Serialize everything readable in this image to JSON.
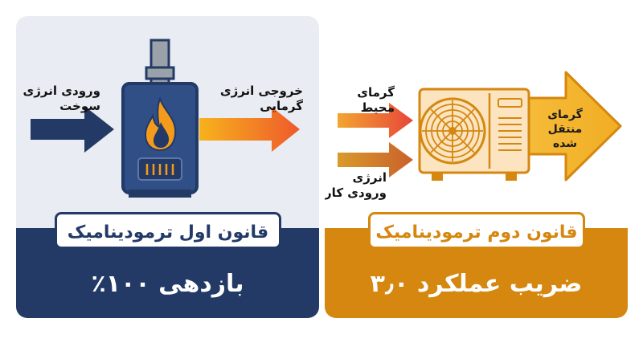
{
  "left_panel": {
    "input_label": "ورودی انرژی\nسوخت",
    "output_label": "خروجی انرژی\nگرمایی",
    "law_title": "قانون اول ترمودینامیک",
    "metric": "بازدهی ۱۰۰٪"
  },
  "right_panel": {
    "ambient_label": "گرمای محیط",
    "work_label": "انرژی\nورودی کار",
    "output_label": "گرمای\nمنتقل شده",
    "law_title": "قانون دوم ترمودینامیک",
    "metric": "ضریب عملکرد ۳٫۰"
  },
  "colors": {
    "navy": "#233a66",
    "orange": "#d5870f",
    "flame": "#f59b1c",
    "red_arrow": "#e8463a"
  },
  "icons": [
    "furnace-icon",
    "flame-icon",
    "heat-pump-icon",
    "fan-icon"
  ]
}
